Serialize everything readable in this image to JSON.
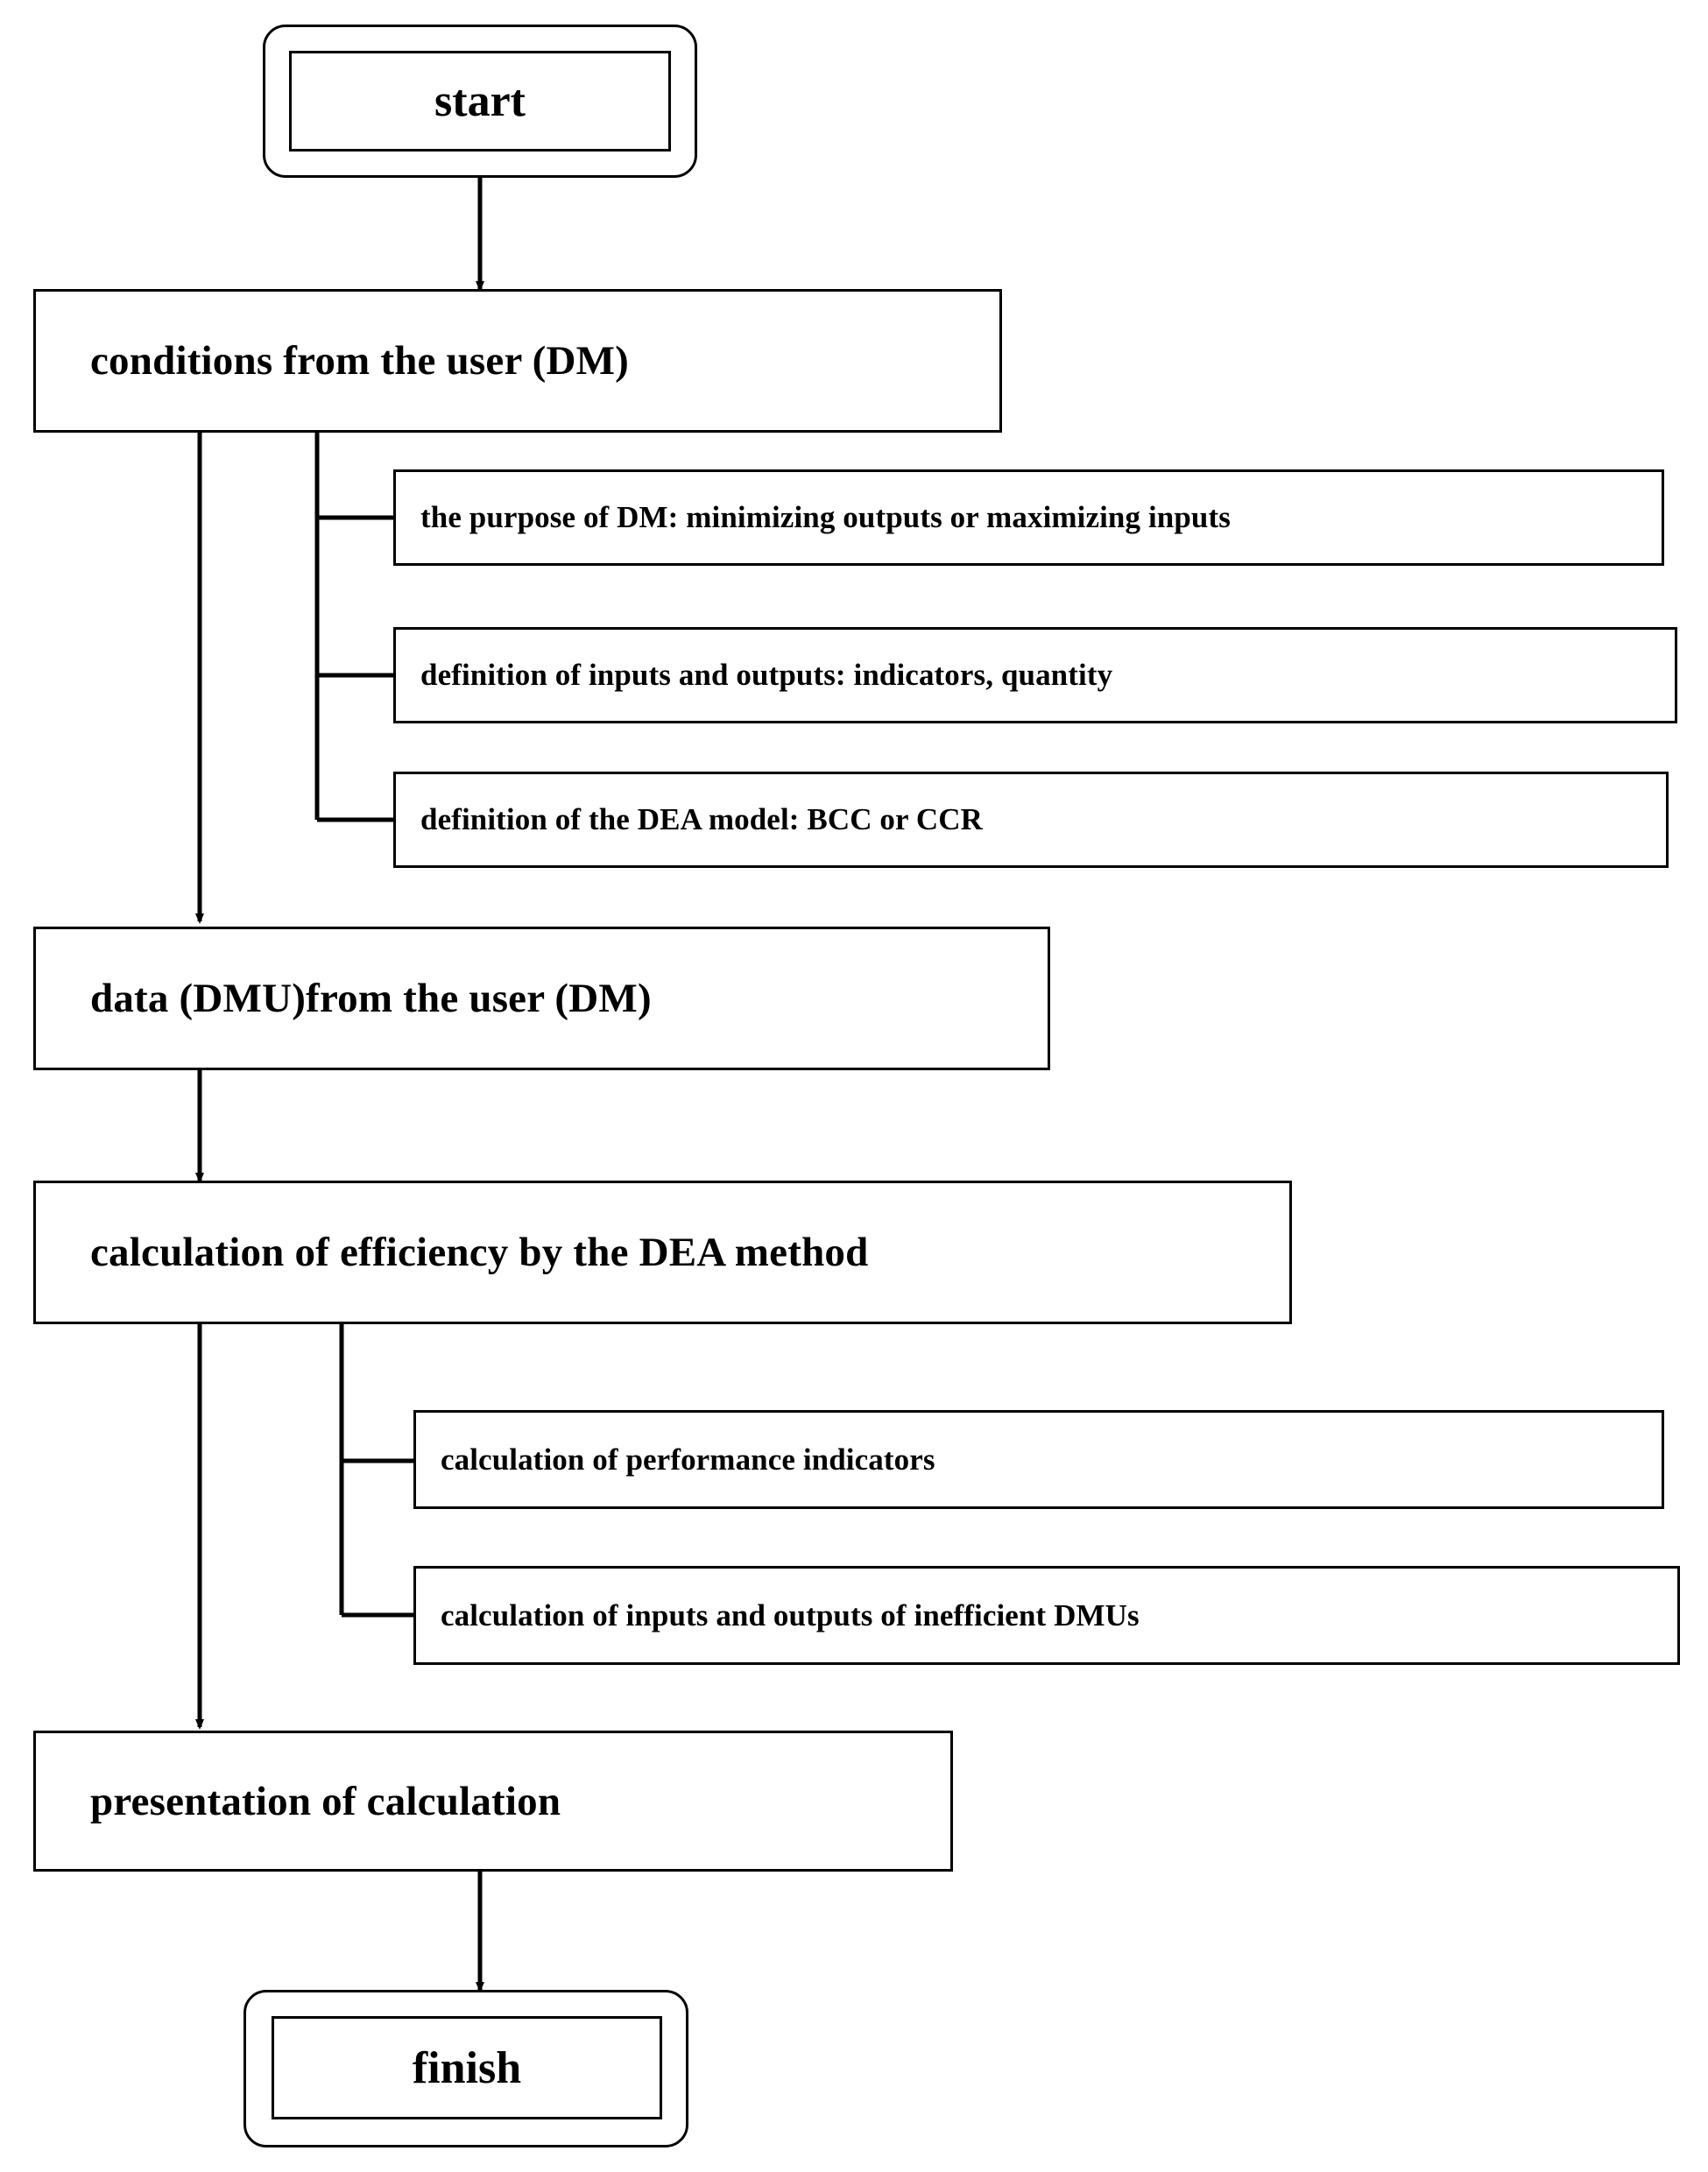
{
  "diagram": {
    "title": "DEA calculation process flowchart",
    "colors": {
      "stroke": "#000000",
      "fill": "#ffffff",
      "text": "#000000"
    },
    "terminals": {
      "start": "start",
      "finish": "finish"
    },
    "steps": [
      {
        "id": "conditions",
        "label": "conditions from the user (DM)",
        "substeps": [
          "the purpose of DM: minimizing outputs or maximizing inputs",
          "definition of inputs and outputs: indicators, quantity",
          "definition of the DEA model: BCC or CCR"
        ]
      },
      {
        "id": "data",
        "label": "data (DMU)from the user (DM)",
        "substeps": []
      },
      {
        "id": "calculation",
        "label": "calculation of efficiency by the DEA method",
        "substeps": [
          "calculation of performance indicators",
          "calculation of inputs and outputs of inefficient DMUs"
        ]
      },
      {
        "id": "presentation",
        "label": "presentation of calculation",
        "substeps": []
      }
    ]
  }
}
